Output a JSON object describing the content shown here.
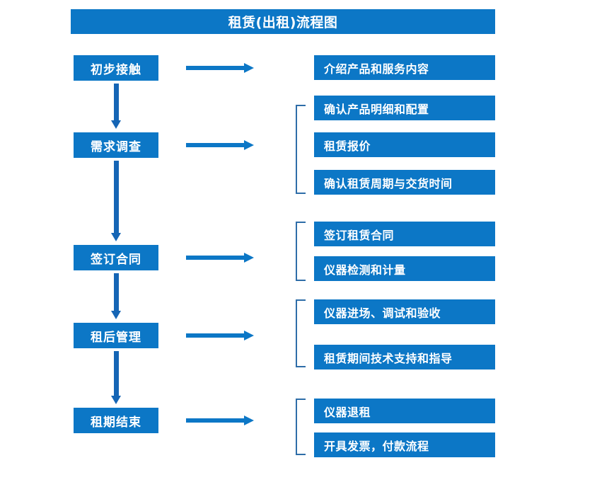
{
  "diagram": {
    "title": "租赁(出租)流程图",
    "colors": {
      "box_fill": "#0C77C6",
      "box_text": "#FFFFFF",
      "arrow": "#0C77C6",
      "vertical_arrow": "#1565B5",
      "bracket": "#2E6DA8",
      "background": "#FFFFFF"
    },
    "stages": [
      {
        "label": "初步接触"
      },
      {
        "label": "需求调查"
      },
      {
        "label": "签订合同"
      },
      {
        "label": "租后管理"
      },
      {
        "label": "租期结束"
      }
    ],
    "details": [
      {
        "label": "介绍产品和服务内容"
      },
      {
        "label": "确认产品明细和配置"
      },
      {
        "label": "租赁报价"
      },
      {
        "label": "确认租赁周期与交货时间"
      },
      {
        "label": "签订租赁合同"
      },
      {
        "label": "仪器检测和计量"
      },
      {
        "label": "仪器进场、调试和验收"
      },
      {
        "label": "租赁期间技术支持和指导"
      },
      {
        "label": "仪器退租"
      },
      {
        "label": "开具发票，付款流程"
      }
    ]
  }
}
